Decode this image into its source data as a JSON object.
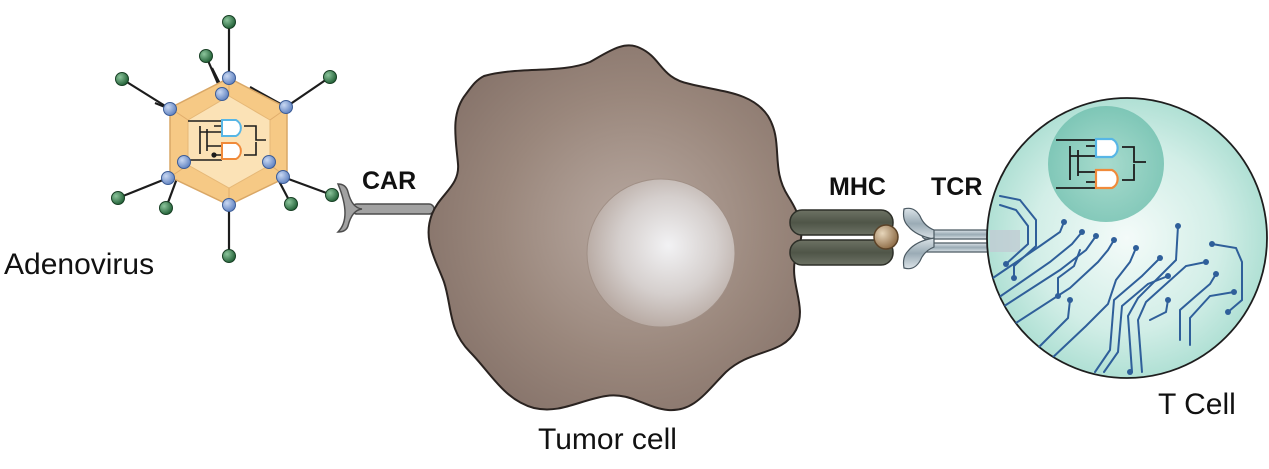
{
  "labels": {
    "adenovirus": "Adenovirus",
    "car": "CAR",
    "tumor_cell": "Tumor cell",
    "mhc": "MHC",
    "tcr": "TCR",
    "t_cell": "T Cell"
  },
  "colors": {
    "capsid_fill": "#f6c985",
    "capsid_face_light": "#fbe2b6",
    "capsid_stroke": "#d9a766",
    "vertex_blue": "#7f9fd6",
    "spike_green": "#2f7d49",
    "tumor_body": "#8e7c72",
    "tumor_nucleus": "#cfc8c6",
    "car_receptor": "#8a8a8a",
    "mhc_dark": "#545a4e",
    "peptide": "#a88a62",
    "tcr_gray": "#a9b7bf",
    "tcell_fill": "#c8ebe3",
    "circuit_blue": "#2f5f9a",
    "gate_blue": "#57b6e6",
    "gate_orange": "#f08a3a"
  },
  "icons": [
    "adenovirus-particle",
    "logic-gate-circuit",
    "car-receptor-icon",
    "mhc-complex-icon",
    "tcr-receptor-icon",
    "circuit-traces-icon"
  ]
}
